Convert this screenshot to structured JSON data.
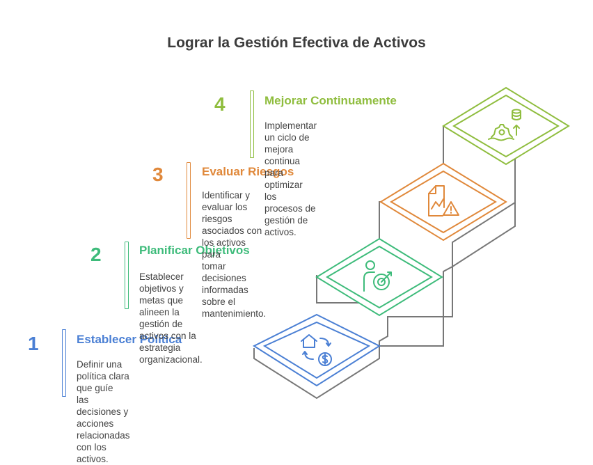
{
  "title": "Lograr la Gestión Efectiva de Activos",
  "colors": {
    "step1": "#4a7fd4",
    "step2": "#3dbb7a",
    "step3": "#e0883a",
    "step4": "#8fbd3e",
    "stair": "#777777"
  },
  "steps": [
    {
      "number": "1",
      "heading": "Establecer Política",
      "lines": [
        "Definir una política clara que guíe",
        "las decisiones y acciones",
        "relacionadas con los activos."
      ],
      "icon": "house-money-exchange-icon"
    },
    {
      "number": "2",
      "heading": "Planificar Objetivos",
      "lines": [
        "Establecer objetivos y metas que",
        "alineen la gestión de activos con la",
        "estrategia organizacional."
      ],
      "icon": "person-target-icon"
    },
    {
      "number": "3",
      "heading": "Evaluar Riesgos",
      "lines": [
        "Identificar y evaluar los riesgos",
        "asociados con los activos para",
        "tomar decisiones informadas",
        "sobre el mantenimiento."
      ],
      "icon": "chart-warning-icon"
    },
    {
      "number": "4",
      "heading": "Mejorar Continuamente",
      "lines": [
        "Implementar un ciclo de mejora",
        "continua para optimizar los",
        "procesos de gestión de activos."
      ],
      "icon": "gear-database-upgrade-icon"
    }
  ]
}
